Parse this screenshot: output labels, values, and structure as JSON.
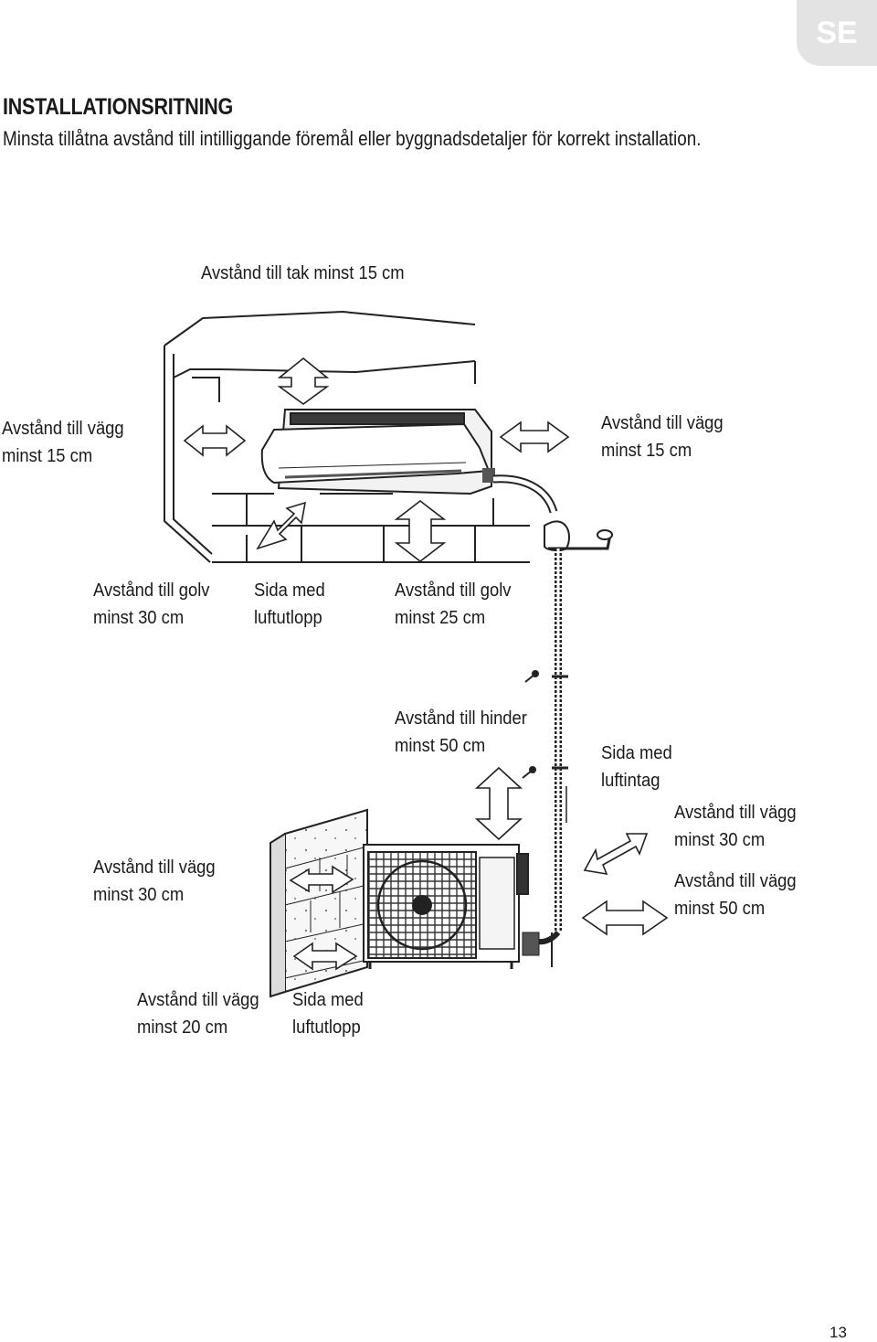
{
  "language_tab": "SE",
  "header": {
    "title": "INSTALLATIONSRITNING",
    "subtitle": "Minsta tillåtna avstånd till intilliggande föremål eller byggnadsdetaljer för korrekt installation."
  },
  "indoor": {
    "ceiling": "Avstånd till tak minst 15 cm",
    "wall_left": [
      "Avstånd till vägg",
      "minst 15 cm"
    ],
    "wall_right": [
      "Avstånd till vägg",
      "minst 15 cm"
    ],
    "floor_30": [
      "Avstånd till golv",
      "minst 30 cm"
    ],
    "outlet_side": [
      "Sida med",
      "luftutlopp"
    ],
    "floor_25": [
      "Avstånd till golv",
      "minst 25 cm"
    ]
  },
  "outdoor": {
    "obstacle": [
      "Avstånd till hinder",
      "minst 50 cm"
    ],
    "intake_side": [
      "Sida med",
      "luftintag"
    ],
    "wall_30_right": [
      "Avstånd till vägg",
      "minst 30 cm"
    ],
    "wall_50_right": [
      "Avstånd till vägg",
      "minst 50 cm"
    ],
    "wall_30_left": [
      "Avstånd till vägg",
      "minst 30 cm"
    ],
    "wall_20": [
      "Avstånd till vägg",
      "minst 20 cm"
    ],
    "outlet_side": [
      "Sida med",
      "luftutlopp"
    ]
  },
  "page_number": "13"
}
